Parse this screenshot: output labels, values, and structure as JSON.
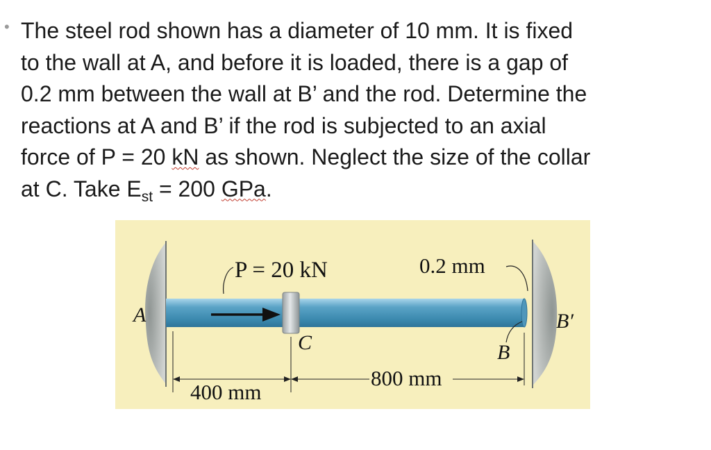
{
  "problem": {
    "bullet": "•",
    "line1": "The steel rod shown has a diameter of 10 mm. It is fixed",
    "line2": "to the wall at A, and before it is loaded, there is a gap of",
    "line3": "0.2 mm between the wall at B’ and the rod. Determine the",
    "line4": "reactions at A and B’ if the rod is subjected to an axial",
    "line5_a": "force of P = 20 ",
    "line5_unit": "kN",
    "line5_b": " as shown. Neglect the size of the collar",
    "line6_a": "at C. Take E",
    "line6_sub": "st",
    "line6_b": " = 200 ",
    "line6_unit": "GPa",
    "line6_c": "."
  },
  "figure": {
    "load_label": "P = 20 kN",
    "gap_label": "0.2 mm",
    "point_a": "A",
    "point_b": "B",
    "point_b_prime": "B′",
    "point_c": "C",
    "dim_left": "400 mm",
    "dim_right": "800 mm",
    "colors": {
      "background": "#f7efbd",
      "rod": "#5aa3c6",
      "wall": "#b4b8b6",
      "collar": "#c6cbcc"
    }
  }
}
